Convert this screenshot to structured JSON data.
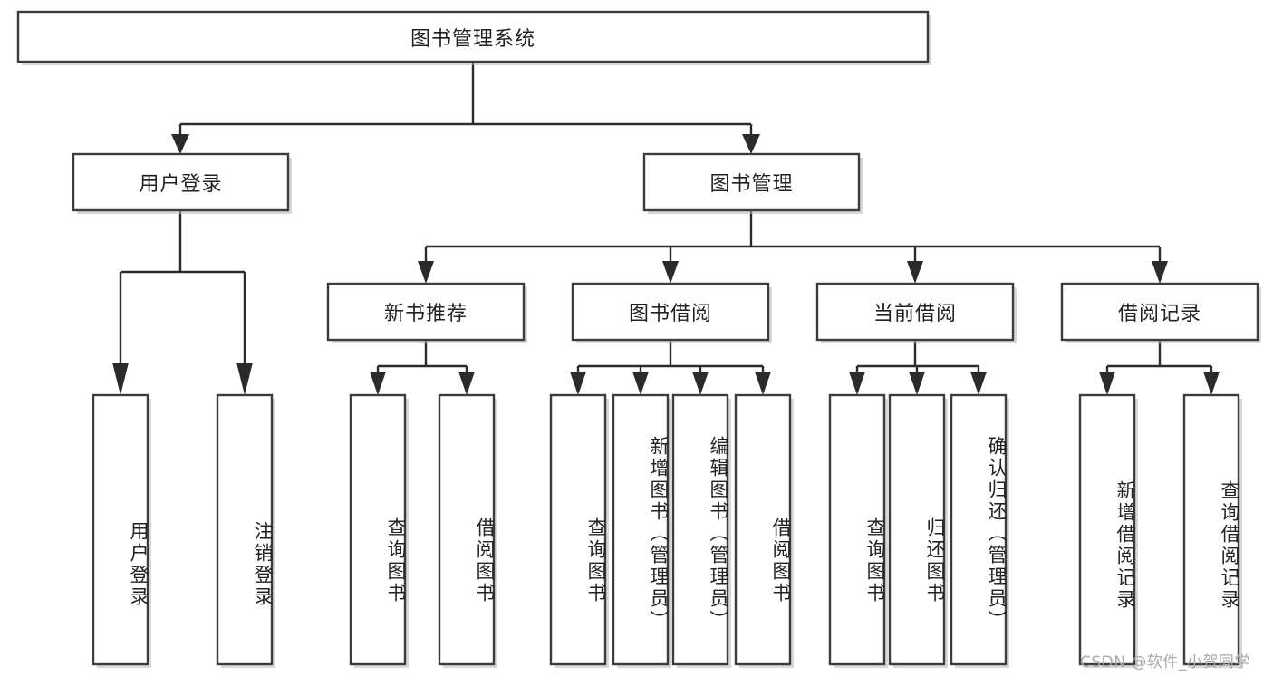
{
  "diagram": {
    "type": "tree-hierarchy",
    "title": "图书管理系统",
    "watermark": "CSDN @软件_小贺同学",
    "colors": {
      "box_stroke": "#3c3c3c",
      "box_fill": "#ffffff",
      "connector": "#2b2b2b",
      "text": "#222222",
      "watermark": "#a9a9a9",
      "background": "#ffffff"
    },
    "levels": {
      "root": {
        "label": "图书管理系统"
      },
      "level2": [
        {
          "id": "user-login",
          "label": "用户登录"
        },
        {
          "id": "book-management",
          "label": "图书管理"
        }
      ],
      "level3": [
        {
          "id": "new-book-recommend",
          "label": "新书推荐",
          "parent": "book-management"
        },
        {
          "id": "book-borrow",
          "label": "图书借阅",
          "parent": "book-management"
        },
        {
          "id": "current-borrow",
          "label": "当前借阅",
          "parent": "book-management"
        },
        {
          "id": "borrow-record",
          "label": "借阅记录",
          "parent": "book-management"
        }
      ],
      "leaves": [
        {
          "id": "leaf-user-login",
          "label": "用户登录",
          "parent": "user-login"
        },
        {
          "id": "leaf-logout-login",
          "label": "注销登录",
          "parent": "user-login"
        },
        {
          "id": "leaf-query-book-1",
          "label": "查询图书",
          "parent": "new-book-recommend"
        },
        {
          "id": "leaf-borrow-book-1",
          "label": "借阅图书",
          "parent": "new-book-recommend"
        },
        {
          "id": "leaf-query-book-2",
          "label": "查询图书",
          "parent": "book-borrow"
        },
        {
          "id": "leaf-add-book",
          "label": "新增图书（管理员）",
          "parent": "book-borrow"
        },
        {
          "id": "leaf-edit-book",
          "label": "编辑图书（管理员）",
          "parent": "book-borrow"
        },
        {
          "id": "leaf-borrow-book-2",
          "label": "借阅图书",
          "parent": "book-borrow"
        },
        {
          "id": "leaf-query-book-3",
          "label": "查询图书",
          "parent": "current-borrow"
        },
        {
          "id": "leaf-return-book",
          "label": "归还图书",
          "parent": "current-borrow"
        },
        {
          "id": "leaf-confirm-return",
          "label": "确认归还（管理员）",
          "parent": "current-borrow"
        },
        {
          "id": "leaf-add-record",
          "label": "新增借阅记录",
          "parent": "borrow-record"
        },
        {
          "id": "leaf-query-record",
          "label": "查询借阅记录",
          "parent": "borrow-record"
        }
      ]
    }
  }
}
